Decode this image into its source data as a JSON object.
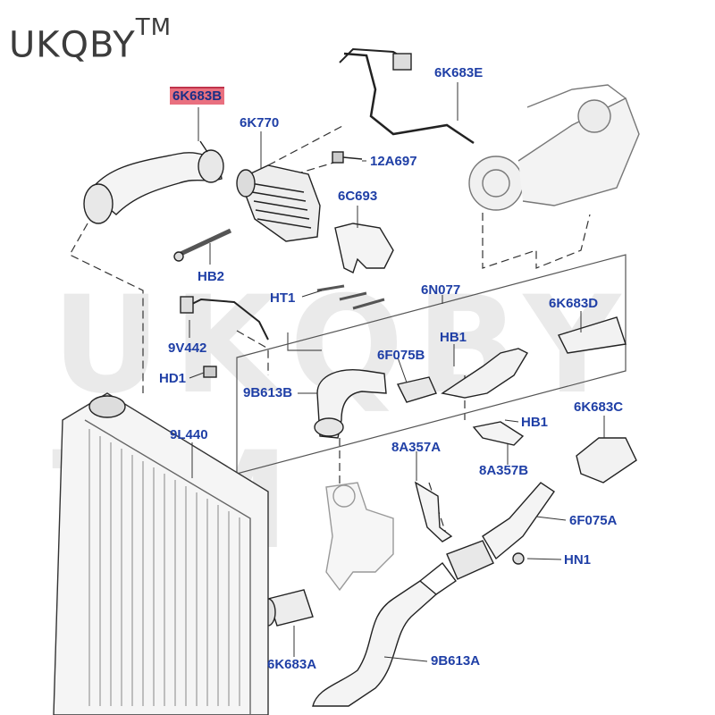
{
  "brand": {
    "name": "UKQBY",
    "mark": "TM"
  },
  "watermark": "UKQBY TM",
  "highlight_color": "#e9707f",
  "label_color": "#1f3fa6",
  "parts": {
    "p1": "6K683B",
    "p2": "6K770",
    "p3": "12A697",
    "p4": "6K683E",
    "p5": "6C693",
    "p6": "HB2",
    "p7": "HT1",
    "p8": "6N077",
    "p9": "6K683D",
    "p10": "9V442",
    "p11": "HB1",
    "p12": "6F075B",
    "p13": "HD1",
    "p14": "9B613B",
    "p15": "HB1",
    "p16": "6K683C",
    "p17": "9L440",
    "p18": "8A357A",
    "p19": "8A357B",
    "p20": "6F075A",
    "p21": "HN1",
    "p22": "6K683A",
    "p23": "9B613A"
  }
}
